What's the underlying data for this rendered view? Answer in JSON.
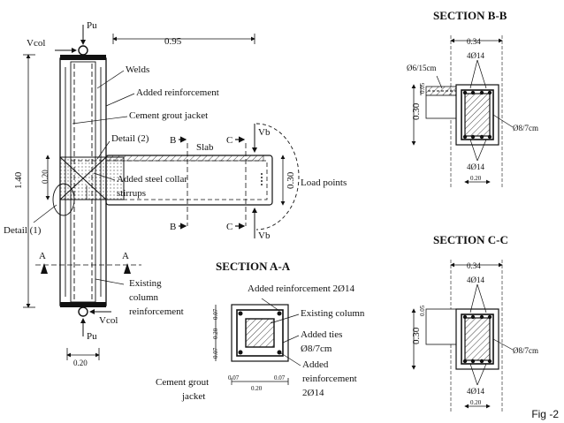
{
  "caption": "Fig -2",
  "elevation": {
    "load_top": "Pu",
    "load_bottom": "Pu",
    "vcol_top": "Vcol",
    "vcol_bottom": "Vcol",
    "dim_beam_length": "0.95",
    "dim_column_height": "1.40",
    "dim_collar": "0.20",
    "dim_bottom_width": "0.20",
    "dim_beam_depth": "0.30",
    "load_points": "Load points",
    "vb_top": "Vb",
    "vb_bottom": "Vb",
    "slab": "Slab",
    "welds": "Welds",
    "added_reinforcement": "Added reinforcement",
    "cement_grout_jacket": "Cement grout jacket",
    "detail2": "Detail (2)",
    "added_steel_collar_1": "Added steel collar",
    "added_steel_collar_2": "stirrups",
    "detail1": "Detail (1)",
    "existing_col_1": "Existing",
    "existing_col_2": "column",
    "existing_col_3": "reinforcement",
    "sec_B": "B",
    "sec_C": "C",
    "sec_A": "A"
  },
  "section_aa": {
    "title": "SECTION A-A",
    "added_reinf_top": "Added reinforcement 2Ø14",
    "existing_column": "Existing column",
    "added_ties_1": "Added ties",
    "added_ties_2": "Ø8/7cm",
    "added_reinf_b1": "Added",
    "added_reinf_b2": "reinforcement",
    "added_reinf_b3": "2Ø14",
    "grout_1": "Cement grout",
    "grout_2": "jacket",
    "dim_007": "0.07",
    "dim_020": "0.20"
  },
  "section_bb": {
    "title": "SECTION B-B",
    "dim_width": "0.34",
    "slab_bar": "Ø6/15cm",
    "top_bars": "4Ø14",
    "bottom_bars": "4Ø14",
    "stirrups": "Ø8/7cm",
    "dim_depth": "0.30",
    "dim_slab": "0.05",
    "dim_bottom": "0.20"
  },
  "section_cc": {
    "title": "SECTION C-C",
    "dim_width": "0.34",
    "top_bars": "4Ø14",
    "bottom_bars": "4Ø14",
    "stirrups": "Ø8/7cm",
    "dim_depth": "0.30",
    "dim_slab": "0.05",
    "dim_bottom": "0.20"
  }
}
